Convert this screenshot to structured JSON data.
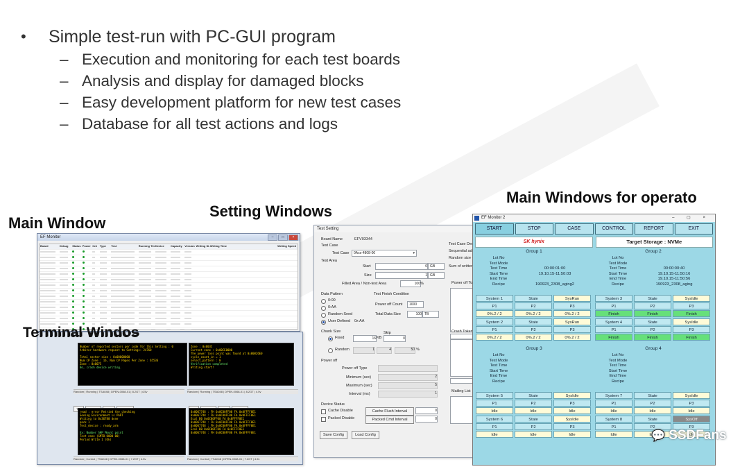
{
  "bullets": {
    "main": "Simple test-run with PC-GUI program",
    "subs": [
      "Execution and monitoring for each test boards",
      "Analysis and display for damaged blocks",
      "Easy development platform for new test cases",
      "Database for all test actions and logs"
    ]
  },
  "captions": {
    "main_window": "Main Window",
    "setting_windows": "Setting Windows",
    "main_windows_operator": "Main Windows for operato",
    "terminal_windows": "Terminal Windos"
  },
  "main_window": {
    "title": "EF Monitor",
    "headers": [
      "Board",
      "Debug",
      "Status",
      "Power",
      "Cnt",
      "Type",
      "Test",
      "Running Time",
      "Device",
      "Capacity",
      "Version",
      "Writing Size",
      "Writing Time",
      "Writing Speed"
    ]
  },
  "terminal": {
    "buttons": [
      "Test",
      "Resume",
      "Send",
      "Power Off",
      "Rebuild",
      "Log View",
      "Erase Count"
    ]
  },
  "setting": {
    "title": "Test Setting",
    "board_name_label": "Board Name",
    "board_name": "EFV03344",
    "test_case_label": "Test Case",
    "test_case_field_label": "Test Case",
    "test_case_value": "0Acs-4808-00",
    "test_area_label": "Test Area",
    "start_label": "Start",
    "start_value": "0",
    "start_unit": "GB",
    "size_label": "Size",
    "size_value": "1",
    "size_unit": "GB",
    "filled_label": "Filled Area / Non-test Area",
    "filled_value": "100",
    "filled_unit": "%",
    "data_pattern_label": "Data Pattern",
    "pattern_opts": [
      "0:00",
      "0:AA",
      "Random Seed",
      "User Defined"
    ],
    "user_defined_value": "0x AA",
    "finish_label": "Test Finish Condition",
    "power_off_count_label": "Power off Count",
    "power_off_count_value": "1000",
    "total_data_label": "Total Data Size",
    "total_data_value": "100",
    "total_data_unit": "TB",
    "chunk_label": "Chunk Size",
    "skip_label": "Skip",
    "fixed_label": "Fixed",
    "fixed_value": "16",
    "fixed_unit": "KB",
    "fixed_skip": "0",
    "random_label": "Random",
    "random_min": "1",
    "random_max": "4",
    "random_pct": "50",
    "random_pct_unit": "%",
    "power_off_label": "Power off",
    "power_off_type_label": "Power off Type",
    "min_label": "Minimum (sec)",
    "max_label": "Maximum (sec)",
    "interval_label": "Interval (ms)",
    "min_value": "2",
    "max_value": "5",
    "interval_value": "1",
    "device_status_label": "Device Status",
    "cache_disable_label": "Cache Disable",
    "packed_disable_label": "Packed Disable",
    "cache_flush_label": "Cache Flush Interval",
    "packed_cmd_label": "Packed Cmd Interval",
    "cache_flush_value": "0",
    "packed_cmd_value": "0",
    "save_label": "Save Config",
    "load_label": "Load Config",
    "right_labels": [
      "Test Case Desc",
      "Sequential addr",
      "Random size ci",
      "Sum of written",
      "Power off Tok",
      "Crash Token",
      "Mailing List"
    ]
  },
  "monitor": {
    "title": "EF Monitor 2",
    "menu": [
      "START",
      "STOP",
      "CASE",
      "CONTROL",
      "REPORT",
      "EXIT"
    ],
    "logo": "SK hynix",
    "target": "Target Storage : NVMe",
    "groups": [
      {
        "name": "Group 1",
        "info_labels": [
          "Lot No",
          "Test Mode",
          "Test Time",
          "Start Time",
          "End Time",
          "Recipe"
        ],
        "info_values": [
          "",
          "",
          "00:00:01:00",
          "19.10.15-11:50:03",
          "",
          "190923_2308_aging2"
        ]
      },
      {
        "name": "Group 2",
        "info_labels": [
          "Lot No",
          "Test Mode",
          "Test Time",
          "Start Time",
          "End Time",
          "Recipe"
        ],
        "info_values": [
          "",
          "",
          "00:00:00:40",
          "19.10.15-11:50:16",
          "19.10.15-11:50:56",
          "190923_2308_aging"
        ]
      },
      {
        "name": "Group 3",
        "info_labels": [
          "Lot No",
          "Test Mode",
          "Test Time",
          "Start Time",
          "End Time",
          "Recipe"
        ],
        "info_values": [
          "",
          "",
          "",
          "",
          "",
          ""
        ]
      },
      {
        "name": "Group 4",
        "info_labels": [
          "Lot No",
          "Test Mode",
          "Test Time",
          "Start Time",
          "End Time",
          "Recipe"
        ],
        "info_values": [
          "",
          "",
          "",
          "",
          "",
          ""
        ]
      }
    ],
    "systems": [
      {
        "sys": "System 1",
        "state_label": "State",
        "state": "SysRun",
        "p": [
          "P1",
          "P2",
          "P3"
        ],
        "v": [
          "0%.2 / 2",
          "0%.2 / 2",
          "0%.2 / 2"
        ]
      },
      {
        "sys": "System 2",
        "state_label": "State",
        "state": "SysRun",
        "p": [
          "P1",
          "P2",
          "P3"
        ],
        "v": [
          "0%.2 / 2",
          "0%.2 / 2",
          "0%.2 / 2"
        ]
      },
      {
        "sys": "System 3",
        "state_label": "State",
        "state": "SysIdle",
        "p": [
          "P1",
          "P2",
          "P3"
        ],
        "v": [
          "Finish",
          "Finish",
          "Finish"
        ]
      },
      {
        "sys": "System 4",
        "state_label": "State",
        "state": "SysIdle",
        "p": [
          "P1",
          "P2",
          "P3"
        ],
        "v": [
          "Finish",
          "Finish",
          "Finish"
        ]
      },
      {
        "sys": "System 5",
        "state_label": "State",
        "state": "SysIdle",
        "p": [
          "P1",
          "P2",
          "P3"
        ],
        "v": [
          "Idle",
          "Idle",
          "Idle"
        ]
      },
      {
        "sys": "System 6",
        "state_label": "State",
        "state": "SysIdle",
        "p": [
          "P1",
          "P2",
          "P3"
        ],
        "v": [
          "Idle",
          "Idle",
          "Idle"
        ]
      },
      {
        "sys": "System 7",
        "state_label": "State",
        "state": "SysIdle",
        "p": [
          "P1",
          "P2",
          "P3"
        ],
        "v": [
          "Idle",
          "Idle",
          "Idle"
        ]
      },
      {
        "sys": "System 8",
        "state_label": "State",
        "state": "SysOff",
        "p": [
          "P1",
          "P2",
          "P3"
        ],
        "v": [
          "Idle",
          "Idle",
          "Idle"
        ]
      }
    ]
  },
  "watermark": "SSDFans",
  "colors": {
    "monitor_bg": "#9cd8e6",
    "finish_green": "#66e07a",
    "terminal_text": "#ffd400"
  }
}
